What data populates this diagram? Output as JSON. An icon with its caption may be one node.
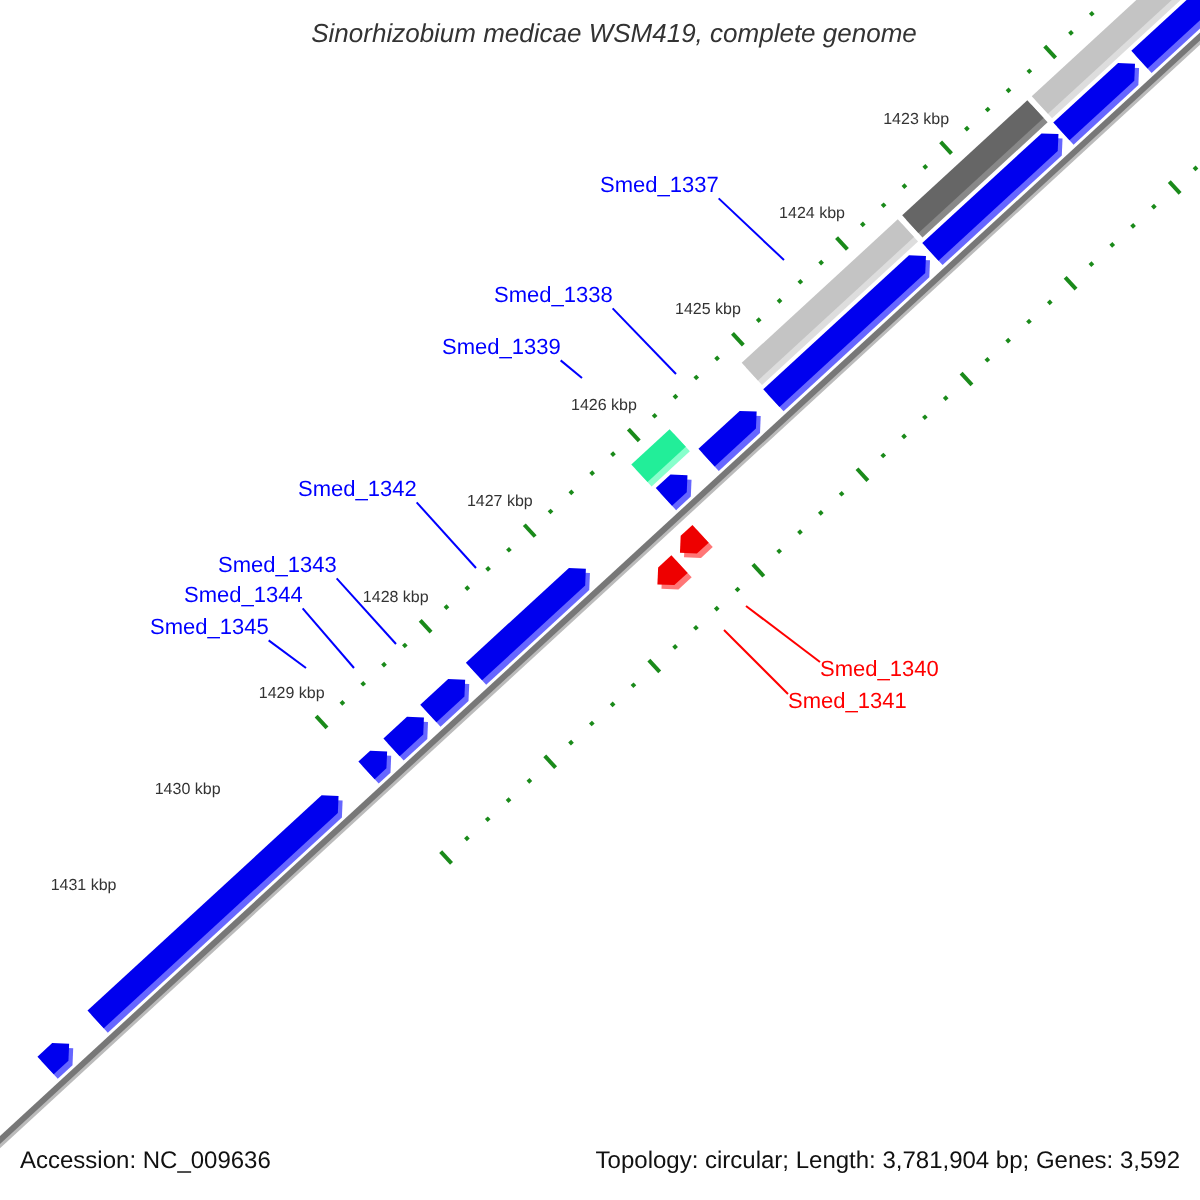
{
  "diagram": {
    "title": "Sinorhizobium medicae WSM419, complete genome",
    "nodes": [
      {
        "text": [
          "Smed_1337"
        ]
      },
      {
        "text": [
          "Smed_1338"
        ]
      },
      {
        "text": [
          "Smed_1339"
        ]
      },
      {
        "text": [
          "Smed_1342"
        ]
      },
      {
        "text": [
          "Smed_1343"
        ]
      },
      {
        "text": [
          "Smed_1344"
        ]
      },
      {
        "text": [
          "Smed_1345"
        ]
      },
      {
        "text": [
          "Smed_1340"
        ]
      },
      {
        "text": [
          "Smed_1341"
        ]
      }
    ],
    "edges": [
      {
        "from": 0,
        "to": null,
        "arrow": "none"
      },
      {
        "from": 1,
        "to": null,
        "arrow": "none"
      },
      {
        "from": 2,
        "to": null,
        "arrow": "none"
      },
      {
        "from": 3,
        "to": null,
        "arrow": "none"
      },
      {
        "from": 4,
        "to": null,
        "arrow": "none"
      },
      {
        "from": 5,
        "to": null,
        "arrow": "none"
      },
      {
        "from": 6,
        "to": null,
        "arrow": "none"
      },
      {
        "from": 7,
        "to": null,
        "arrow": "none",
        "color": "#ff0000"
      },
      {
        "from": 8,
        "to": null,
        "arrow": "none",
        "color": "#ff0000"
      }
    ],
    "labels": [
      "1423 kbp",
      "1424 kbp",
      "1425 kbp",
      "1426 kbp",
      "1427 kbp",
      "1428 kbp",
      "1429 kbp",
      "1430 kbp",
      "1431 kbp",
      "Accession: NC_009636",
      "Topology: circular; Length: 3,781,904 bp; Genes: 3,592"
    ]
  }
}
